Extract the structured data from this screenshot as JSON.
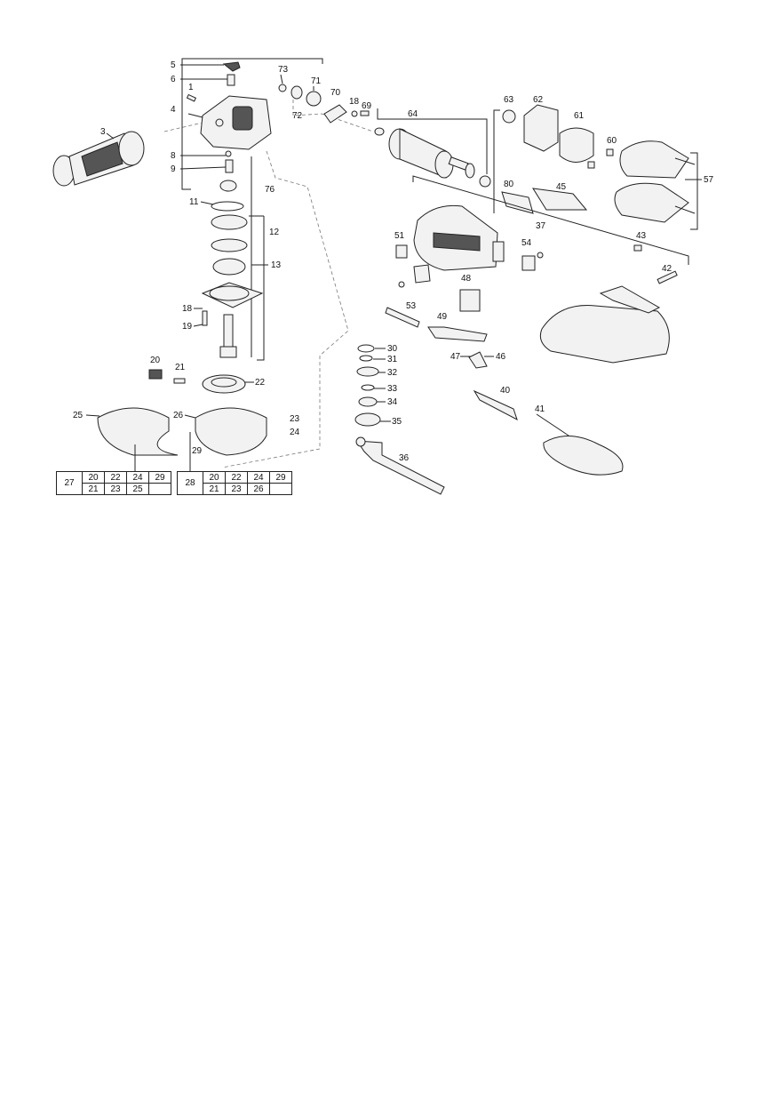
{
  "diagram": {
    "part_numbers": [
      "1",
      "3",
      "4",
      "5",
      "6",
      "8",
      "9",
      "11",
      "12",
      "13",
      "18",
      "19",
      "20",
      "21",
      "22",
      "23",
      "24",
      "25",
      "26",
      "29",
      "30",
      "31",
      "32",
      "33",
      "34",
      "35",
      "36",
      "37",
      "40",
      "41",
      "42",
      "43",
      "45",
      "46",
      "47",
      "48",
      "49",
      "51",
      "53",
      "54",
      "57",
      "60",
      "61",
      "62",
      "63",
      "64",
      "69",
      "70",
      "71",
      "72",
      "73",
      "76",
      "80"
    ],
    "extra_callouts": {
      "18b": "18",
      "29b": "29"
    }
  },
  "kit_tables": [
    {
      "main": "27",
      "row1": [
        "20",
        "22",
        "24",
        "29"
      ],
      "row2": [
        "21",
        "23",
        "25",
        ""
      ]
    },
    {
      "main": "28",
      "row1": [
        "20",
        "22",
        "24",
        "29"
      ],
      "row2": [
        "21",
        "23",
        "26",
        ""
      ]
    }
  ]
}
